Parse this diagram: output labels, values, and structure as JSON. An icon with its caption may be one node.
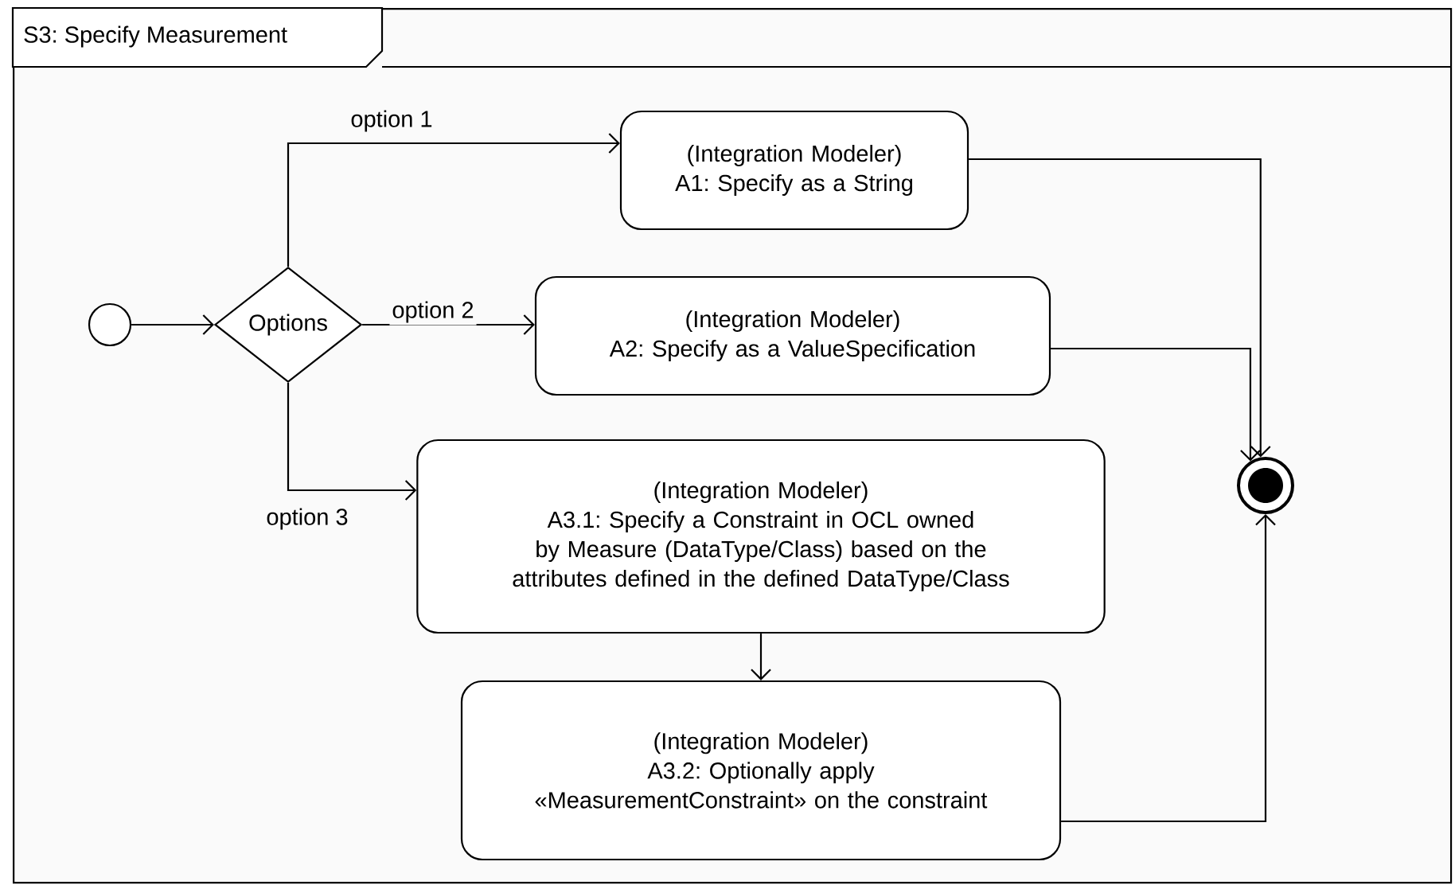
{
  "diagram": {
    "nodes": [
      {
        "text": [
          "S3: Specify Measurement"
        ]
      },
      {
        "text": [],
        "shape": "circle",
        "in": 0
      },
      {
        "text": [
          "Options"
        ],
        "in": 0
      },
      {
        "text": [
          "(Integration Modeler)",
          "A1: Specify as a String"
        ],
        "in": 0
      },
      {
        "text": [
          "(Integration Modeler)",
          "A2: Specify as a ValueSpecification"
        ],
        "in": 0
      },
      {
        "text": [
          "(Integration Modeler)",
          "A3.1: Specify a Constraint in OCL owned by Measure (DataType/Class) based on the attributes defined in the defined DataType/Class"
        ],
        "in": 0
      },
      {
        "text": [
          "(Integration Modeler)",
          "A3.2: Optionally apply «MeasurementConstraint» on the constraint"
        ],
        "in": 0
      },
      {
        "text": [],
        "shape": "circle",
        "in": 0
      }
    ],
    "edges": [
      {
        "from": 1,
        "to": 2,
        "arrow": "to"
      },
      {
        "from": 2,
        "to": 3,
        "arrow": "to",
        "label": "option 1"
      },
      {
        "from": 2,
        "to": 4,
        "arrow": "to",
        "label": "option 2"
      },
      {
        "from": 2,
        "to": 5,
        "arrow": "to",
        "label": "option 3"
      },
      {
        "from": 5,
        "to": 6,
        "arrow": "to"
      },
      {
        "from": 3,
        "to": 7,
        "arrow": "to"
      },
      {
        "from": 4,
        "to": 7,
        "arrow": "to"
      },
      {
        "from": 6,
        "to": 7,
        "arrow": "to"
      }
    ]
  }
}
